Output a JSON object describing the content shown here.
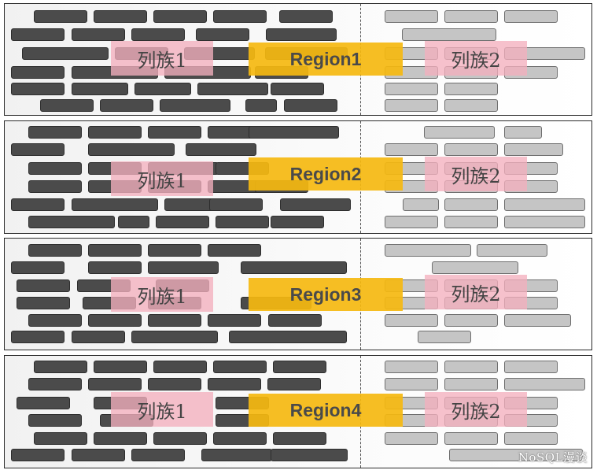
{
  "regions": [
    {
      "region_label": "Region1",
      "family1_label": "列族1",
      "family2_label": "列族2"
    },
    {
      "region_label": "Region2",
      "family1_label": "列族1",
      "family2_label": "列族2"
    },
    {
      "region_label": "Region3",
      "family1_label": "列族1",
      "family2_label": "列族2"
    },
    {
      "region_label": "Region4",
      "family1_label": "列族1",
      "family2_label": "列族2"
    }
  ],
  "watermark": "NoSQL漫谈",
  "colors": {
    "family1_cell": "#4b4b4b",
    "family2_cell": "#c5c5c5",
    "region_label_bg": "#f5b810",
    "family_label_bg": "#f4b0be"
  }
}
